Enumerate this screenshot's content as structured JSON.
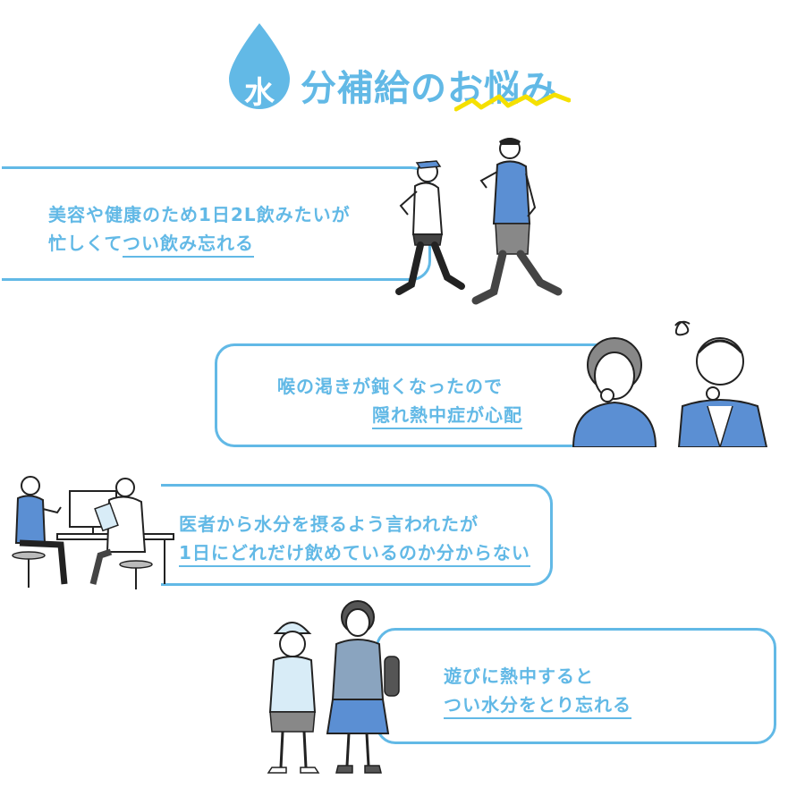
{
  "title": {
    "drop_char": "水",
    "text": "分補給のお悩み"
  },
  "cards": [
    {
      "line1": "美容や健康のため1日2L飲みたいが",
      "line2_plain": "忙しくて",
      "line2_underline": "つい飲み忘れる"
    },
    {
      "line1": "喉の渇きが鈍くなったので",
      "line2_underline": "隠れ熱中症が心配"
    },
    {
      "line1": "医者から水分を摂るよう言われたが",
      "line2_underline": "1日にどれだけ飲めているのか分からない"
    },
    {
      "line1": "遊びに熱中すると",
      "line2_underline": "つい水分をとり忘れる"
    }
  ],
  "colors": {
    "accent": "#62b9e6",
    "highlight": "#f5e000",
    "person_blue": "#5b8fd3",
    "line": "#222222"
  },
  "illustrations": [
    "walkers-illustration",
    "elderly-couple-illustration",
    "doctor-patient-illustration",
    "children-illustration"
  ]
}
